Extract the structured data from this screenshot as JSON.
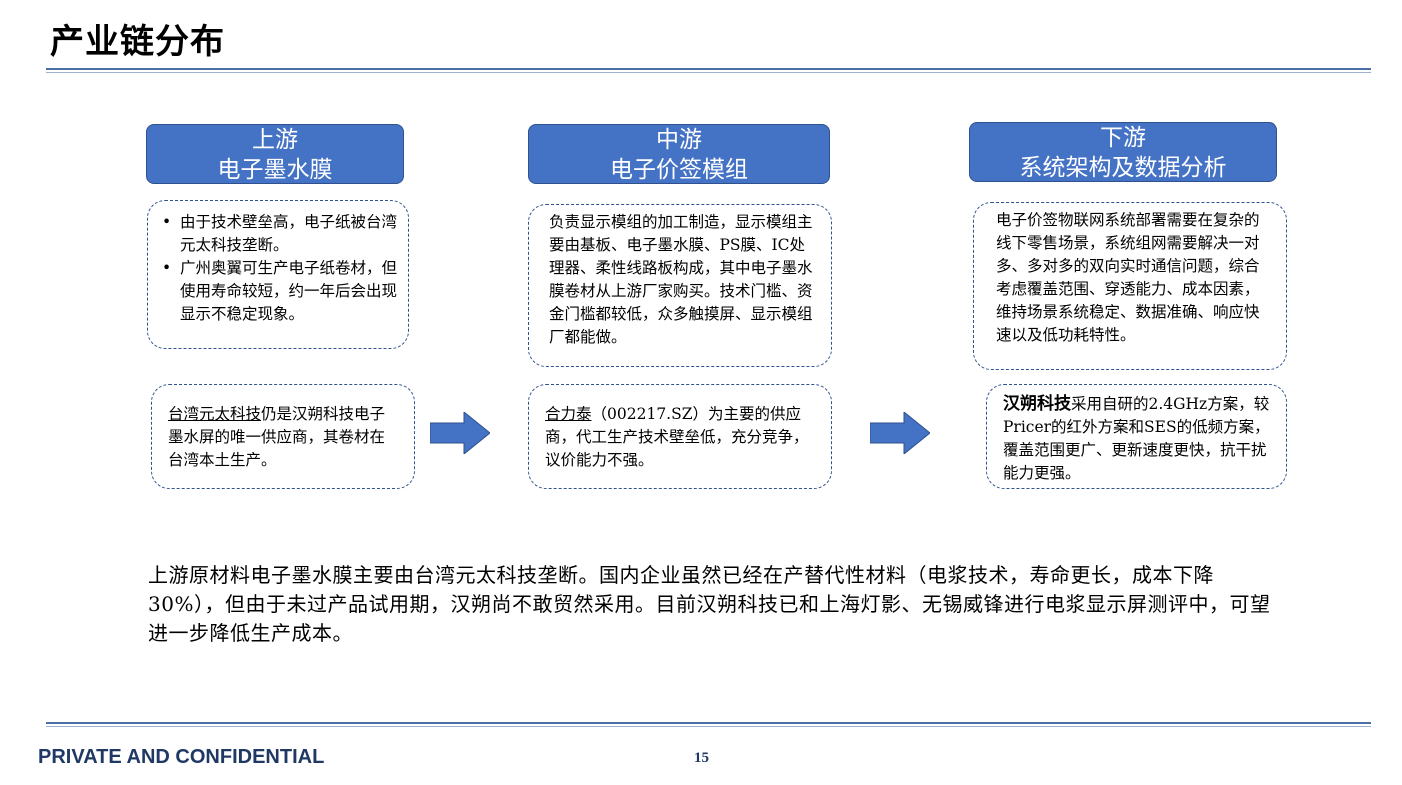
{
  "page": {
    "title": "产业链分布",
    "footer_label": "PRIVATE AND CONFIDENTIAL",
    "page_number": "15"
  },
  "upstream": {
    "header_line1": "上游",
    "header_line2": "电子墨水膜",
    "bullets": [
      "由于技术壁垒高，电子纸被台湾元太科技垄断。",
      "广州奥翼可生产电子纸卷材，但使用寿命较短，约一年后会出现显示不稳定现象。"
    ],
    "supplier_name": "台湾元太科技",
    "supplier_text": "仍是汉朔科技电子墨水屏的唯一供应商，其卷材在台湾本土生产。"
  },
  "midstream": {
    "header_line1": "中游",
    "header_line2": "电子价签模组",
    "description": "负责显示模组的加工制造，显示模组主要由基板、电子墨水膜、PS膜、IC处理器、柔性线路板构成，其中电子墨水膜卷材从上游厂家购买。技术门槛、资金门槛都较低，众多触摸屏、显示模组厂都能做。",
    "supplier_name": "合力泰",
    "supplier_text": "（002217.SZ）为主要的供应商，代工生产技术壁垒低，充分竞争，议价能力不强。"
  },
  "downstream": {
    "header_line1": "下游",
    "header_line2": "系统架构及数据分析",
    "description": "电子价签物联网系统部署需要在复杂的线下零售场景，系统组网需要解决一对多、多对多的双向实时通信问题，综合考虑覆盖范围、穿透能力、成本因素，维持场景系统稳定、数据准确、响应快速以及低功耗特性。",
    "company_name": "汉朔科技",
    "company_text": "采用自研的2.4GHz方案，较Pricer的红外方案和SES的低频方案，覆盖范围更广、更新速度更快，抗干扰能力更强。"
  },
  "summary": "上游原材料电子墨水膜主要由台湾元太科技垄断。国内企业虽然已经在产替代性材料（电浆技术，寿命更长，成本下降30%），但由于未过产品试用期，汉朔尚不敢贸然采用。目前汉朔科技已和上海灯影、无锡威锋进行电浆显示屏测评中，可望进一步降低生产成本。",
  "colors": {
    "header_fill": "#4472c4",
    "header_border": "#2f528f",
    "arrow_fill": "#4472c4",
    "footer_text": "#1f3864",
    "rule": "#4a6fa5"
  },
  "icons": {
    "arrow": "right-arrow-icon",
    "bullet": "bullet-dot"
  }
}
